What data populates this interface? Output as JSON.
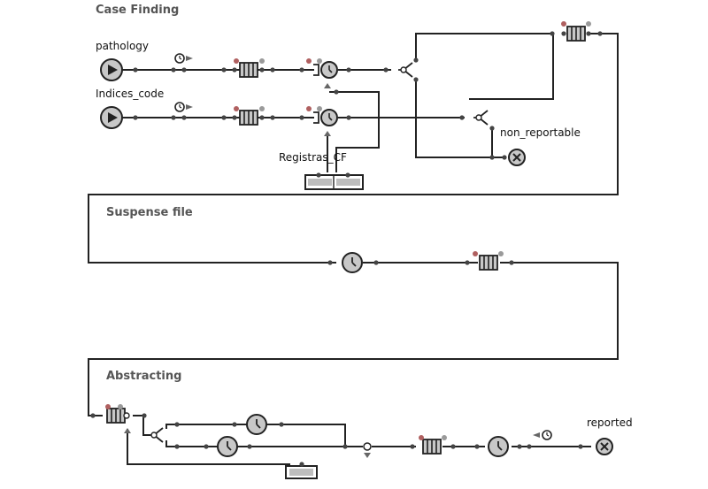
{
  "sections": {
    "case_finding": "Case Finding",
    "suspense_file": "Suspense file",
    "abstracting": "Abstracting"
  },
  "labels": {
    "pathology": "pathology",
    "indices_code": "Indices_code",
    "registras_cf": "Registras_CF",
    "non_reportable": "non_reportable",
    "reported": "reported"
  },
  "icons": [
    "source-icon",
    "timer-icon",
    "queue-icon",
    "delay-icon",
    "select-output-icon",
    "sink-icon",
    "resource-pool-icon"
  ],
  "colors": {
    "block_fill": "#c8c8c8",
    "wire": "#222222",
    "port": "#444444",
    "status_dot": "#b06060"
  }
}
